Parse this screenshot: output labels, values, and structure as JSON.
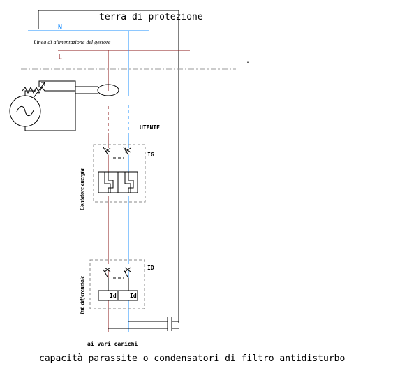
{
  "labels": {
    "earth": "terra di protezione",
    "neutral": "N",
    "supply_line": "Linea di alimentazione del gestore",
    "line": "L",
    "dot": ".",
    "user": "UTENTE",
    "main_switch": "IG",
    "meter_vertical": "Contatore energia",
    "rcd": "ID",
    "rcd_vertical": "Int. differenziale",
    "id_left": "Id",
    "id_right": "Id",
    "loads": "ai vari carichi",
    "caption": "capacità parassite o condensatori di filtro antidisturbo"
  },
  "colors": {
    "neutral": "#1e90ff",
    "line": "#8b1a1a",
    "wire": "#000000",
    "dashed": "#999999"
  }
}
